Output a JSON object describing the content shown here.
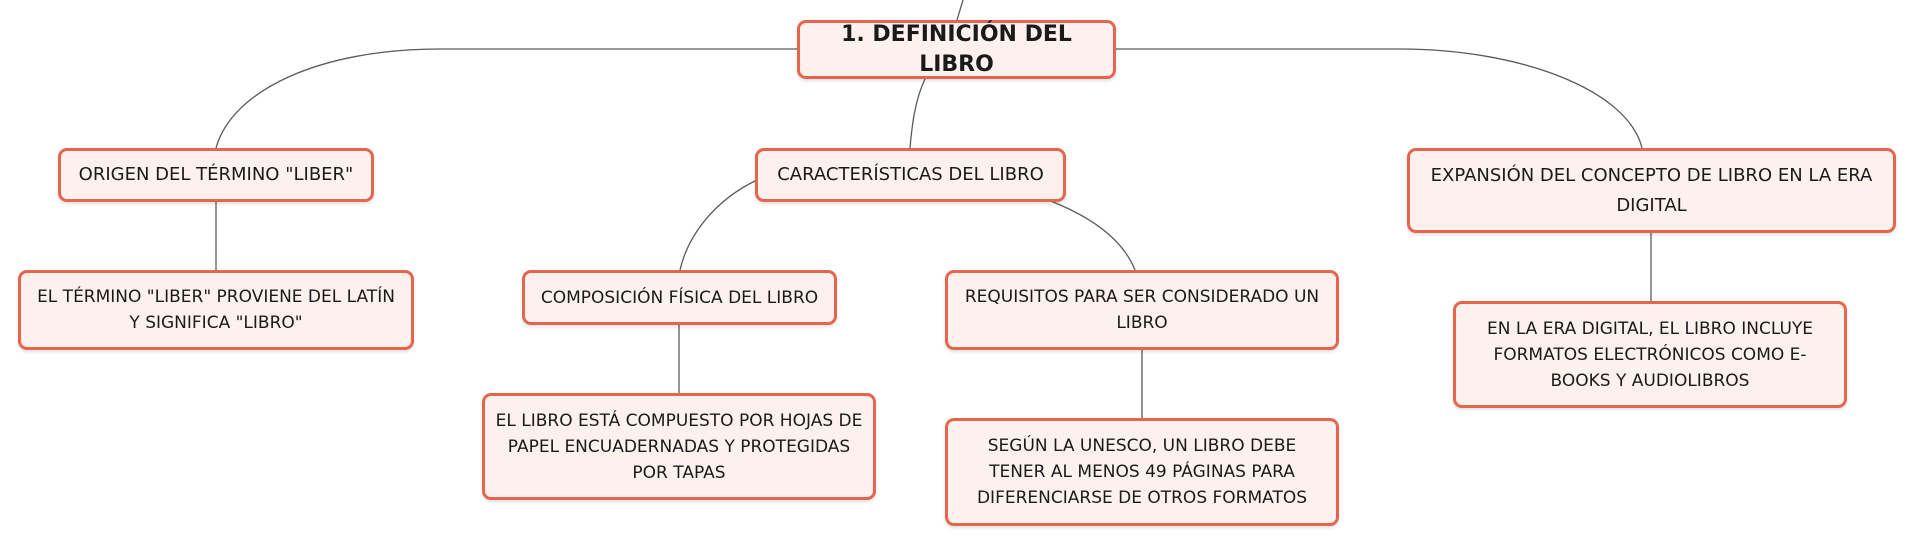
{
  "map": {
    "root": "1. DEFINICIÓN DEL LIBRO",
    "origen": {
      "title": "ORIGEN DEL TÉRMINO \"LIBER\"",
      "detail": "EL TÉRMINO \"LIBER\" PROVIENE DEL LATÍN Y SIGNIFICA \"LIBRO\""
    },
    "caracteristicas": {
      "title": "CARACTERÍSTICAS DEL LIBRO",
      "composicion": {
        "title": "COMPOSICIÓN FÍSICA DEL LIBRO",
        "detail": "EL LIBRO ESTÁ COMPUESTO POR HOJAS DE PAPEL ENCUADERNADAS Y PROTEGIDAS POR TAPAS"
      },
      "requisitos": {
        "title": "REQUISITOS PARA SER CONSIDERADO UN LIBRO",
        "detail": "SEGÚN LA UNESCO, UN LIBRO DEBE TENER AL MENOS 49 PÁGINAS PARA DIFERENCIARSE DE OTROS FORMATOS"
      }
    },
    "expansion": {
      "title": "EXPANSIÓN DEL CONCEPTO DE LIBRO EN LA ERA DIGITAL",
      "detail": "EN LA ERA DIGITAL, EL LIBRO INCLUYE FORMATOS ELECTRÓNICOS COMO E-BOOKS Y AUDIOLIBROS"
    }
  },
  "colors": {
    "node_border": "#e4664e",
    "node_fill": "#fdf1ee",
    "connector": "#5a5a5a"
  }
}
